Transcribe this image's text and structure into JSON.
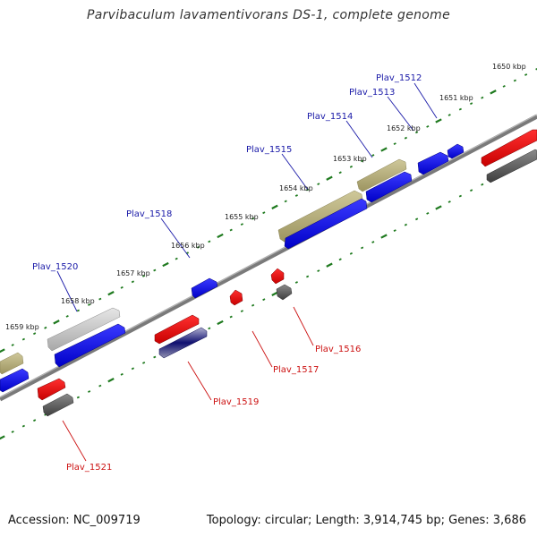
{
  "title": "Parvibaculum lavamentivorans DS-1, complete genome",
  "footer": {
    "accession": "Accession: NC_009719",
    "topology": "Topology: circular; Length: 3,914,745 bp; Genes: 3,686"
  },
  "scale_labels": [
    "1650 kbp",
    "1651 kbp",
    "1652 kbp",
    "1653 kbp",
    "1654 kbp",
    "1655 kbp",
    "1656 kbp",
    "1657 kbp",
    "1658 kbp",
    "1659 kbp"
  ],
  "gene_labels_top": [
    "Plav_1512",
    "Plav_1513",
    "Plav_1514",
    "Plav_1515",
    "Plav_1518",
    "Plav_1520"
  ],
  "gene_labels_bottom": [
    "Plav_1516",
    "Plav_1517",
    "Plav_1519",
    "Plav_1521"
  ],
  "colors": {
    "forward_label": "#1a1aa8",
    "reverse_label": "#cc1111",
    "tick": "#1f7a1f",
    "backbone": "#7a7a7a"
  }
}
